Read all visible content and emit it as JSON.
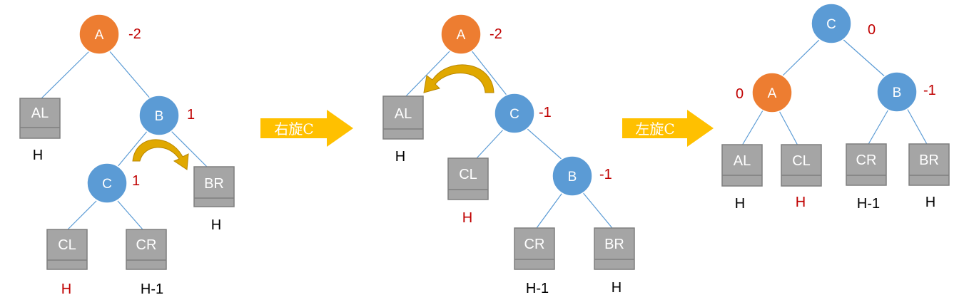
{
  "colors": {
    "blue_node": "#5b9bd5",
    "orange_node": "#ed7d31",
    "box_fill": "#a5a5a5",
    "box_border": "#7f7f7f",
    "edge": "#5b9bd5",
    "red_text": "#c00000",
    "arrow_fill": "#ffc000",
    "curve_arrow_fill": "#e0a800"
  },
  "arrows": [
    {
      "label": "右旋C"
    },
    {
      "label": "左旋C"
    }
  ],
  "trees": [
    {
      "nodes": [
        {
          "id": "A",
          "label": "A",
          "color": "orange",
          "balance": "-2"
        },
        {
          "id": "B",
          "label": "B",
          "color": "blue",
          "balance": "1"
        },
        {
          "id": "C",
          "label": "C",
          "color": "blue",
          "balance": "1"
        }
      ],
      "leaves": [
        {
          "id": "AL",
          "label": "AL",
          "height": "H",
          "height_red": false
        },
        {
          "id": "BR",
          "label": "BR",
          "height": "H",
          "height_red": false
        },
        {
          "id": "CL",
          "label": "CL",
          "height": "H",
          "height_red": true
        },
        {
          "id": "CR",
          "label": "CR",
          "height": "H-1",
          "height_red": false
        }
      ]
    },
    {
      "nodes": [
        {
          "id": "A",
          "label": "A",
          "color": "orange",
          "balance": "-2"
        },
        {
          "id": "C",
          "label": "C",
          "color": "blue",
          "balance": "-1"
        },
        {
          "id": "B",
          "label": "B",
          "color": "blue",
          "balance": "-1"
        }
      ],
      "leaves": [
        {
          "id": "AL",
          "label": "AL",
          "height": "H",
          "height_red": false
        },
        {
          "id": "CL",
          "label": "CL",
          "height": "H",
          "height_red": true
        },
        {
          "id": "CR",
          "label": "CR",
          "height": "H-1",
          "height_red": false
        },
        {
          "id": "BR",
          "label": "BR",
          "height": "H",
          "height_red": false
        }
      ]
    },
    {
      "nodes": [
        {
          "id": "C",
          "label": "C",
          "color": "blue",
          "balance": "0"
        },
        {
          "id": "A",
          "label": "A",
          "color": "orange",
          "balance": "0"
        },
        {
          "id": "B",
          "label": "B",
          "color": "blue",
          "balance": "-1"
        }
      ],
      "leaves": [
        {
          "id": "AL",
          "label": "AL",
          "height": "H",
          "height_red": false
        },
        {
          "id": "CL",
          "label": "CL",
          "height": "H",
          "height_red": true
        },
        {
          "id": "CR",
          "label": "CR",
          "height": "H-1",
          "height_red": false
        },
        {
          "id": "BR",
          "label": "BR",
          "height": "H",
          "height_red": false
        }
      ]
    }
  ]
}
